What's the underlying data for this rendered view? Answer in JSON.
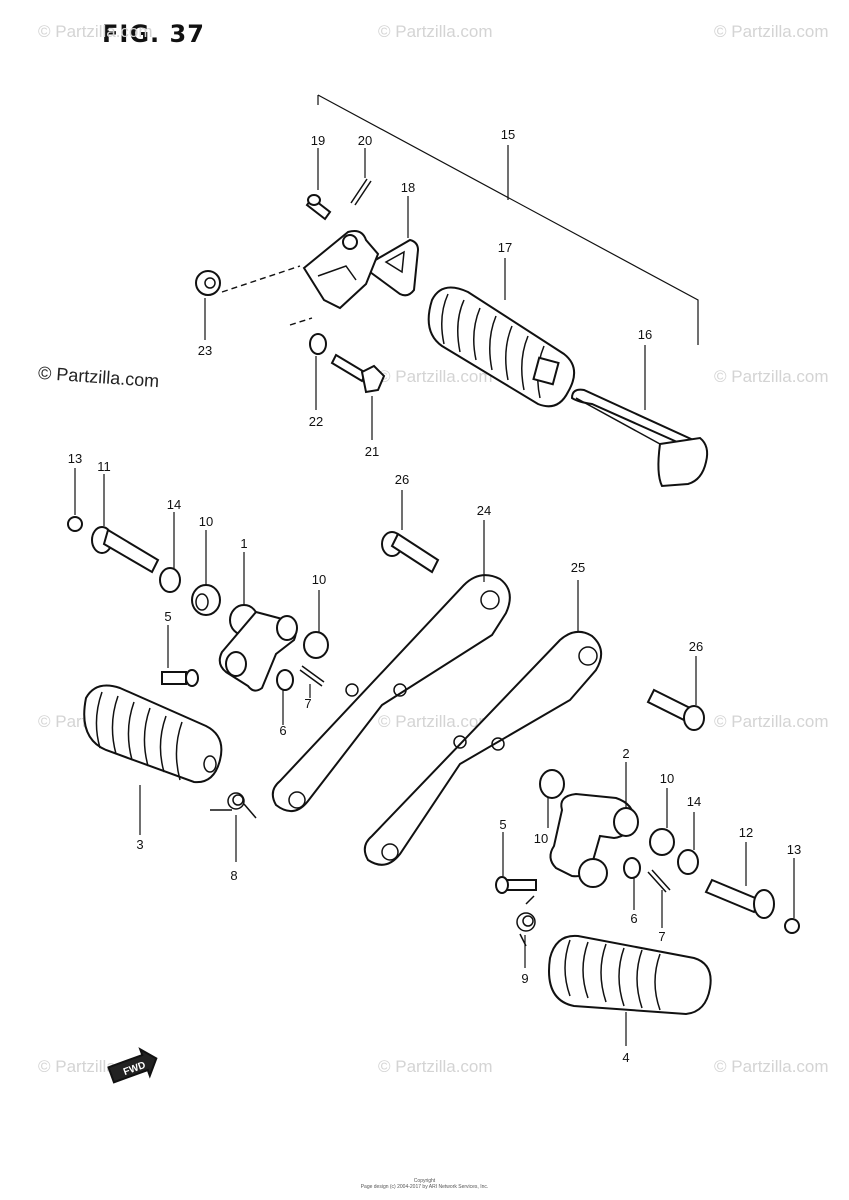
{
  "figure": {
    "title": "FIG. 37"
  },
  "watermarks": {
    "text": "© Partzilla.com",
    "feature_text": "© Partzilla.com"
  },
  "fwd_label": "FWD",
  "footer": {
    "line1": "Copyright",
    "line2": "Page design (c) 2004-2017 by ARI Network Services, Inc."
  },
  "callouts": [
    "1",
    "2",
    "3",
    "4",
    "5",
    "5",
    "6",
    "6",
    "7",
    "7",
    "8",
    "9",
    "10",
    "10",
    "10",
    "10",
    "11",
    "12",
    "13",
    "13",
    "14",
    "14",
    "15",
    "16",
    "17",
    "18",
    "19",
    "20",
    "21",
    "22",
    "23",
    "24",
    "25",
    "26",
    "26"
  ]
}
